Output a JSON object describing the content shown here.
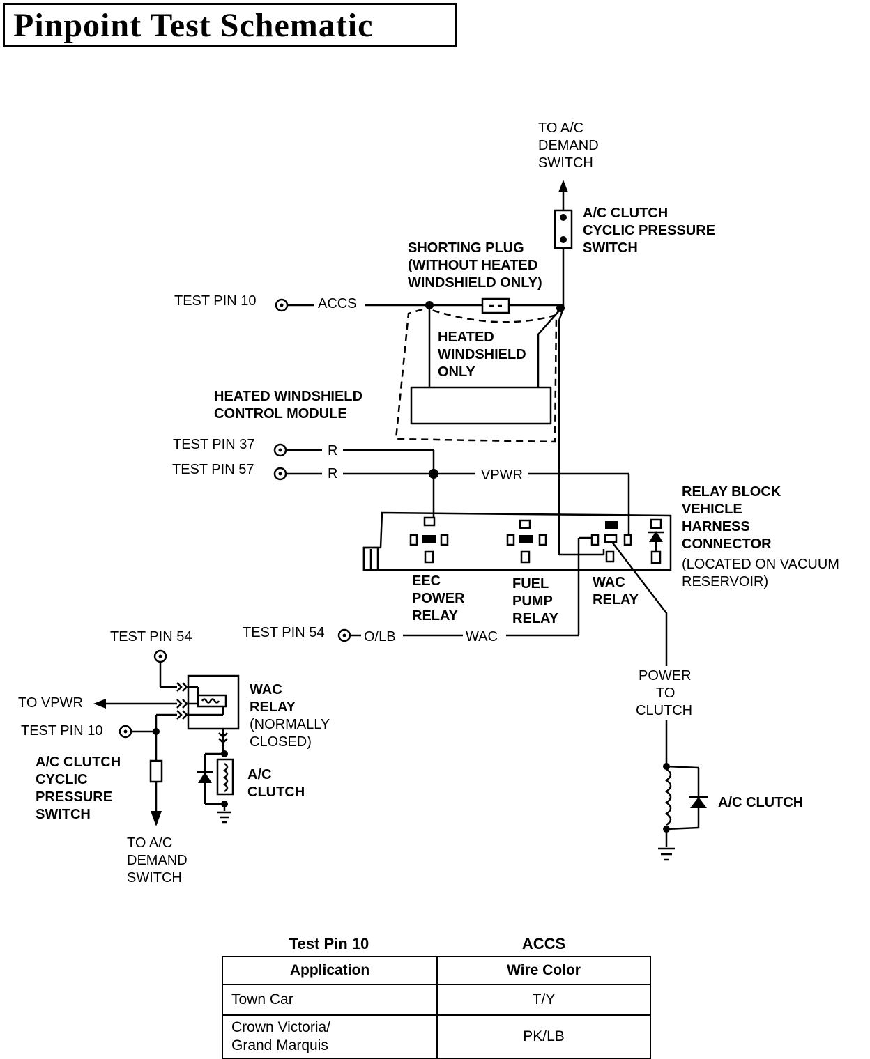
{
  "title": "Pinpoint Test Schematic",
  "labels": {
    "to_ac_demand_top": [
      "TO A/C",
      "DEMAND",
      "SWITCH"
    ],
    "ac_clutch_switch_top": [
      "A/C CLUTCH",
      "CYCLIC PRESSURE",
      "SWITCH"
    ],
    "shorting_plug": [
      "SHORTING PLUG",
      "(WITHOUT HEATED",
      "WINDSHIELD ONLY)"
    ],
    "test_pin_10": "TEST PIN 10",
    "accs": "ACCS",
    "heated_windshield_only": [
      "HEATED",
      "WINDSHIELD",
      "ONLY"
    ],
    "hw_control_module": [
      "HEATED WINDSHIELD",
      "CONTROL MODULE"
    ],
    "test_pin_37": "TEST PIN 37",
    "test_pin_57": "TEST PIN 57",
    "r": "R",
    "vpwr": "VPWR",
    "relay_block": [
      "RELAY BLOCK",
      "VEHICLE",
      "HARNESS",
      "CONNECTOR"
    ],
    "relay_block_location": [
      "(LOCATED ON VACUUM",
      "RESERVOIR)"
    ],
    "eec_power_relay": [
      "EEC",
      "POWER",
      "RELAY"
    ],
    "fuel_pump_relay": [
      "FUEL",
      "PUMP",
      "RELAY"
    ],
    "wac_relay": [
      "WAC",
      "RELAY"
    ],
    "test_pin_54": "TEST PIN 54",
    "olb": "O/LB",
    "wac": "WAC",
    "power_to_clutch": [
      "POWER",
      "TO",
      "CLUTCH"
    ],
    "ac_clutch": "A/C CLUTCH",
    "inset_test_pin_54": "TEST PIN 54",
    "inset_to_vpwr": "TO VPWR",
    "inset_test_pin_10": "TEST PIN 10",
    "inset_wac_relay": [
      "WAC",
      "RELAY",
      "(NORMALLY",
      "CLOSED)"
    ],
    "inset_ac_clutch_switch": [
      "A/C CLUTCH",
      "CYCLIC",
      "PRESSURE",
      "SWITCH"
    ],
    "inset_ac_clutch": [
      "A/C",
      "CLUTCH"
    ],
    "inset_to_ac_demand": [
      "TO A/C",
      "DEMAND",
      "SWITCH"
    ]
  },
  "table": {
    "pin": "Test Pin 10",
    "signal": "ACCS",
    "headers": [
      "Application",
      "Wire Color"
    ],
    "rows": [
      {
        "app": [
          "Town Car"
        ],
        "color": "T/Y"
      },
      {
        "app": [
          "Crown Victoria/",
          "Grand Marquis"
        ],
        "color": "PK/LB"
      }
    ]
  }
}
